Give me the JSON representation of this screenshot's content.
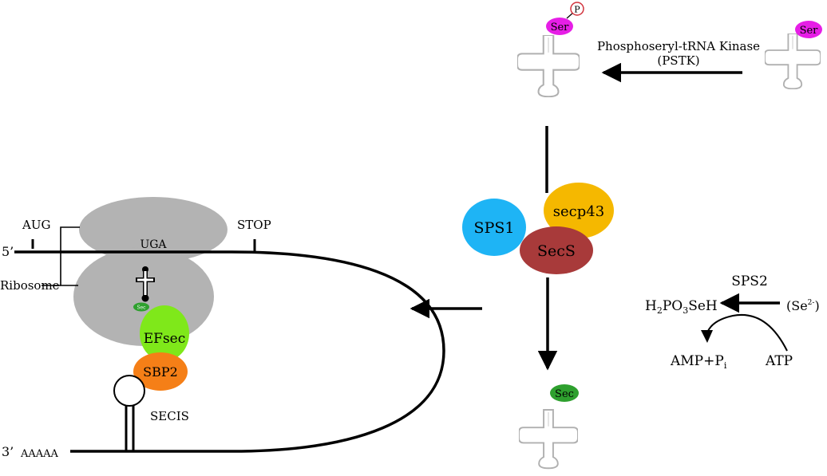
{
  "labels": {
    "five_prime": "5’",
    "three_prime": "3’",
    "poly_a": "AAAAA",
    "aug": "AUG",
    "uga": "UGA",
    "stop": "STOP",
    "ribosome": "Ribosome",
    "secis": "SECIS",
    "phosphoserine_p": "P",
    "kinase_name": "Phosphoseryl-tRNA Kinase",
    "kinase_abbr": "(PSTK)",
    "sps2": "SPS2",
    "h2po3seh_main": "H",
    "h2po3seh_sub1": "2",
    "h2po3seh_mid": "PO",
    "h2po3seh_sub2": "3",
    "h2po3seh_end": "SeH",
    "se2_open": "(Se",
    "se2_sup": "2-",
    "se2_close": ")",
    "amp_main": "AMP+P",
    "amp_sub": "i",
    "atp": "ATP"
  },
  "blobs": {
    "ser_top": "Ser",
    "ser_right": "Ser",
    "sec_small": "Sec",
    "sec_bottom": "Sec",
    "efsec": "EFsec",
    "sbp2": "SBP2",
    "sps1": "SPS1",
    "secp43": "secp43",
    "secs": "SecS"
  },
  "colors": {
    "ribosome": "#b3b3b3",
    "ser": "#e61ee6",
    "sec": "#2ea02e",
    "efsec": "#7fe81a",
    "sbp2": "#f57f17",
    "sps1": "#1eb4f5",
    "secp43": "#f5b800",
    "secs": "#a83a3a",
    "phospho_ring": "#d2323c",
    "trna_outline": "#b0b0b0"
  }
}
